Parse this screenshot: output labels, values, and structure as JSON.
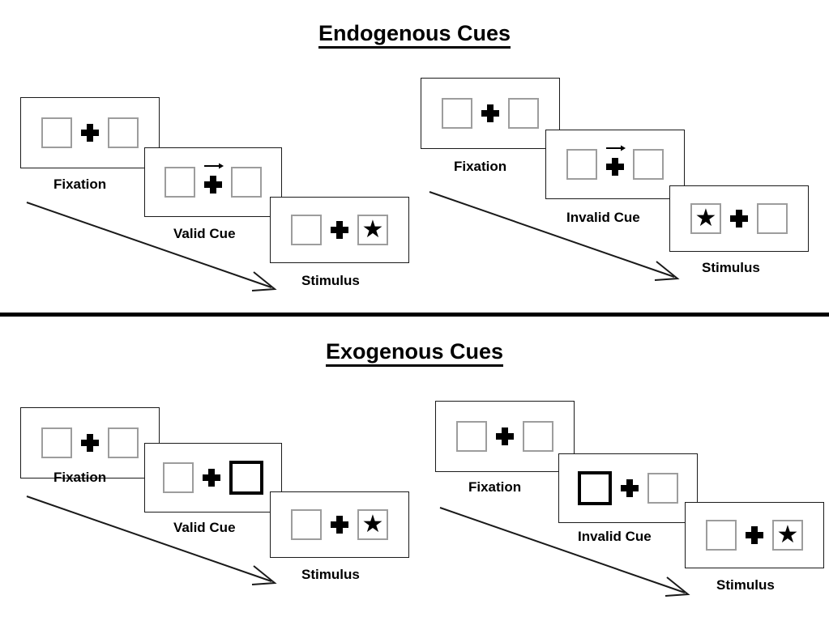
{
  "sections": [
    {
      "id": "endogenous",
      "title": "Endogenous Cues",
      "conditions": [
        {
          "id": "endogenous-valid",
          "frames": [
            {
              "name": "fixation",
              "caption": "Fixation",
              "left_box": "empty",
              "right_box": "empty",
              "cue_arrow": "none",
              "cue_box": "none"
            },
            {
              "name": "cue",
              "caption": "Valid Cue",
              "left_box": "empty",
              "right_box": "empty",
              "cue_arrow": "right-arrow-icon",
              "cue_box": "none"
            },
            {
              "name": "stimulus",
              "caption": "Stimulus",
              "left_box": "empty",
              "right_box": "star",
              "cue_arrow": "none",
              "cue_box": "none"
            }
          ]
        },
        {
          "id": "endogenous-invalid",
          "frames": [
            {
              "name": "fixation",
              "caption": "Fixation",
              "left_box": "empty",
              "right_box": "empty",
              "cue_arrow": "none",
              "cue_box": "none"
            },
            {
              "name": "cue",
              "caption": "Invalid Cue",
              "left_box": "empty",
              "right_box": "empty",
              "cue_arrow": "right-arrow-icon",
              "cue_box": "none"
            },
            {
              "name": "stimulus",
              "caption": "Stimulus",
              "left_box": "star",
              "right_box": "empty",
              "cue_arrow": "none",
              "cue_box": "none"
            }
          ]
        }
      ]
    },
    {
      "id": "exogenous",
      "title": "Exogenous Cues",
      "conditions": [
        {
          "id": "exogenous-valid",
          "frames": [
            {
              "name": "fixation",
              "caption": "Fixation",
              "left_box": "empty",
              "right_box": "empty",
              "cue_arrow": "none",
              "cue_box": "none"
            },
            {
              "name": "cue",
              "caption": "Valid Cue",
              "left_box": "empty",
              "right_box": "empty",
              "cue_arrow": "none",
              "cue_box": "right"
            },
            {
              "name": "stimulus",
              "caption": "Stimulus",
              "left_box": "empty",
              "right_box": "star",
              "cue_arrow": "none",
              "cue_box": "none"
            }
          ]
        },
        {
          "id": "exogenous-invalid",
          "frames": [
            {
              "name": "fixation",
              "caption": "Fixation",
              "left_box": "empty",
              "right_box": "empty",
              "cue_arrow": "none",
              "cue_box": "none"
            },
            {
              "name": "cue",
              "caption": "Invalid Cue",
              "left_box": "empty",
              "right_box": "empty",
              "cue_arrow": "none",
              "cue_box": "left"
            },
            {
              "name": "stimulus",
              "caption": "Stimulus",
              "left_box": "empty",
              "right_box": "star",
              "cue_arrow": "none",
              "cue_box": "none"
            }
          ]
        }
      ]
    }
  ],
  "glyphs": {
    "star": "★",
    "fixation_cross": "plus-icon",
    "time_arrow": "time-arrow-icon"
  },
  "colors": {
    "foreground": "#000000",
    "background": "#ffffff",
    "box_border": "#9d9d9d",
    "cued_box_border": "#000000",
    "panel_border": "#1a1a1a"
  }
}
